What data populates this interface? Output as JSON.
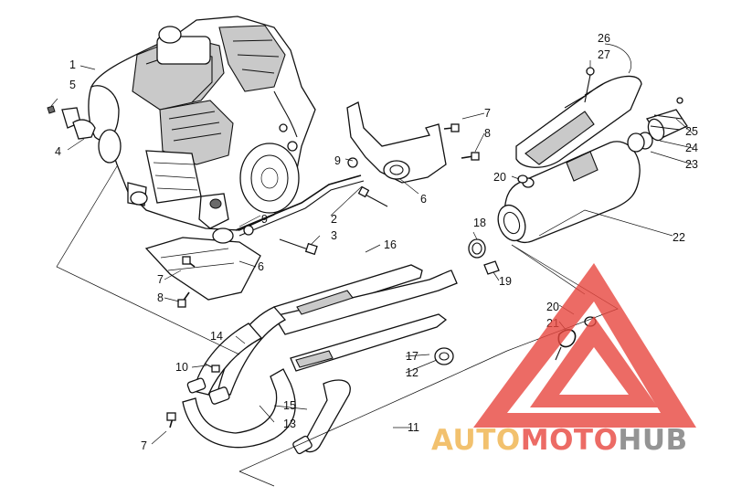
{
  "diagram": {
    "labels": {
      "l1": "1",
      "l5": "5",
      "l4": "4",
      "l26": "26",
      "l27": "27",
      "l7a": "7",
      "l8a": "8",
      "l9a": "9",
      "l25": "25",
      "l24": "24",
      "l23": "23",
      "l20a": "20",
      "l6a": "6",
      "l2": "2",
      "l3": "3",
      "l9b": "9",
      "l18": "18",
      "l22": "22",
      "l16": "16",
      "l6b": "6",
      "l7b": "7",
      "l8b": "8",
      "l19": "19",
      "l20b": "20",
      "l21": "21",
      "l14": "14",
      "l10": "10",
      "l17": "17",
      "l12": "12",
      "l15": "15",
      "l13": "13",
      "l7c": "7",
      "l11": "11"
    }
  },
  "watermark": {
    "part1": "AUTO",
    "part2": "MOTO",
    "part3": "HUB",
    "colors": {
      "red": "#e8473f",
      "orange": "#f0b24a",
      "gray": "#7a7a7a",
      "triangle": "#e8473f"
    }
  }
}
